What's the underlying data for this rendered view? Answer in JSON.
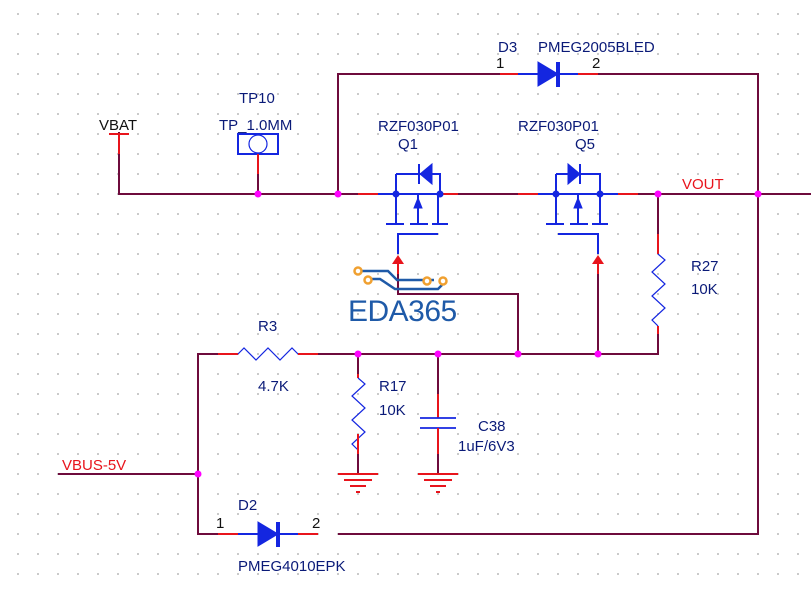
{
  "nets": {
    "vbat": "VBAT",
    "vout": "VOUT",
    "vbus": "VBUS-5V"
  },
  "components": {
    "tp10": {
      "ref": "TP10",
      "value": "TP_1.0MM"
    },
    "d3": {
      "ref": "D3",
      "value": "PMEG2005BLED",
      "pin1": "1",
      "pin2": "2"
    },
    "q1": {
      "ref": "Q1",
      "value": "RZF030P01"
    },
    "q5": {
      "ref": "Q5",
      "value": "RZF030P01"
    },
    "r27": {
      "ref": "R27",
      "value": "10K"
    },
    "r3": {
      "ref": "R3",
      "value": "4.7K"
    },
    "r17": {
      "ref": "R17",
      "value": "10K"
    },
    "c38": {
      "ref": "C38",
      "value": "1uF/6V3"
    },
    "d2": {
      "ref": "D2",
      "value": "PMEG4010EPK",
      "pin1": "1",
      "pin2": "2"
    }
  },
  "watermark": {
    "text": "EDA365"
  },
  "colors": {
    "wire": "#6e0b3c",
    "pin": "#e8141c",
    "symbol": "#1426e0",
    "junction": "#ff00ff",
    "label": "#0a1a78",
    "logo_blue": "#1f5aa8",
    "logo_orange": "#f0a030"
  }
}
